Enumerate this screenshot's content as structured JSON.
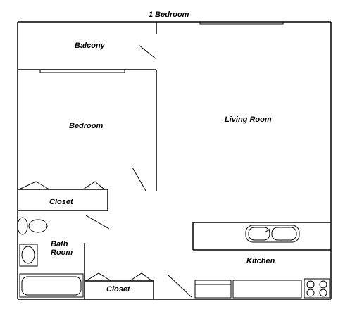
{
  "title": "1 Bedroom",
  "rooms": {
    "balcony": "Balcony",
    "bedroom": "Bedroom",
    "living_room": "Living Room",
    "closet_top": "Closet",
    "bath_line1": "Bath",
    "bath_line2": "Room",
    "kitchen": "Kitchen",
    "closet_bottom": "Closet"
  }
}
